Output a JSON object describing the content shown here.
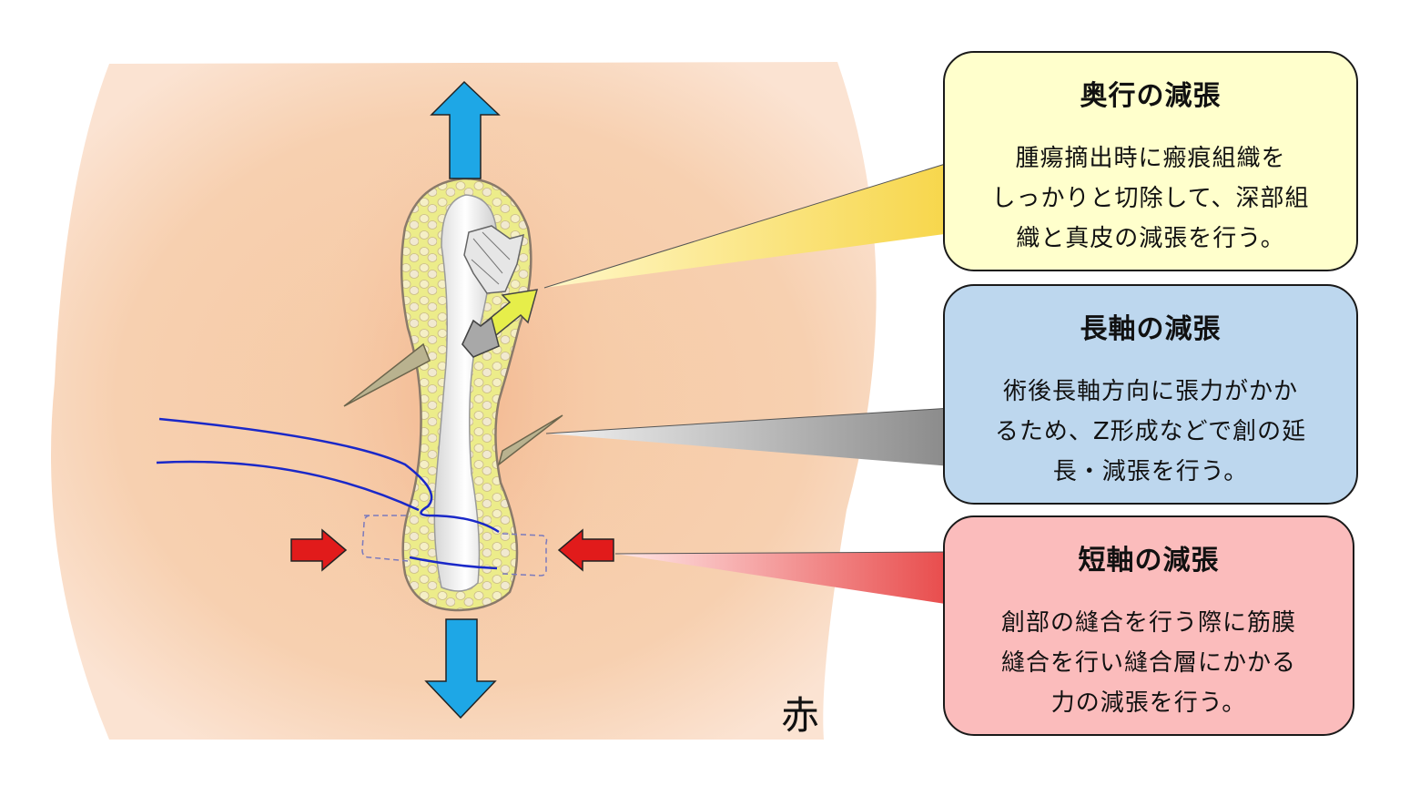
{
  "callouts": {
    "depth": {
      "title": "奥行の減張",
      "body": "腫瘍摘出時に瘢痕組織を\nしっかりと切除して、深部組\n織と真皮の減張を行う。",
      "color": "#ffffcc"
    },
    "long_axis": {
      "title": "長軸の減張",
      "body": "術後長軸方向に張力がかか\nるため、Z形成などで創の延\n長・減張を行う。",
      "color": "#bdd7ee"
    },
    "short_axis": {
      "title": "短軸の減張",
      "body": "創部の縫合を行う際に筋膜\n縫合を行い縫合層にかかる\n力の減張を行う。",
      "color": "#fbbcbc"
    }
  },
  "signature": "赤",
  "colors": {
    "skin": "#f5cba7",
    "blue_arrow": "#1ea7e6",
    "red_arrow": "#e11b1b",
    "suture": "#1a28c8",
    "fat": "#ecec6a"
  },
  "icons": [
    "up-arrow-icon",
    "down-arrow-icon",
    "left-arrow-icon",
    "right-arrow-icon",
    "depth-arrow-icon",
    "signature-icon"
  ]
}
